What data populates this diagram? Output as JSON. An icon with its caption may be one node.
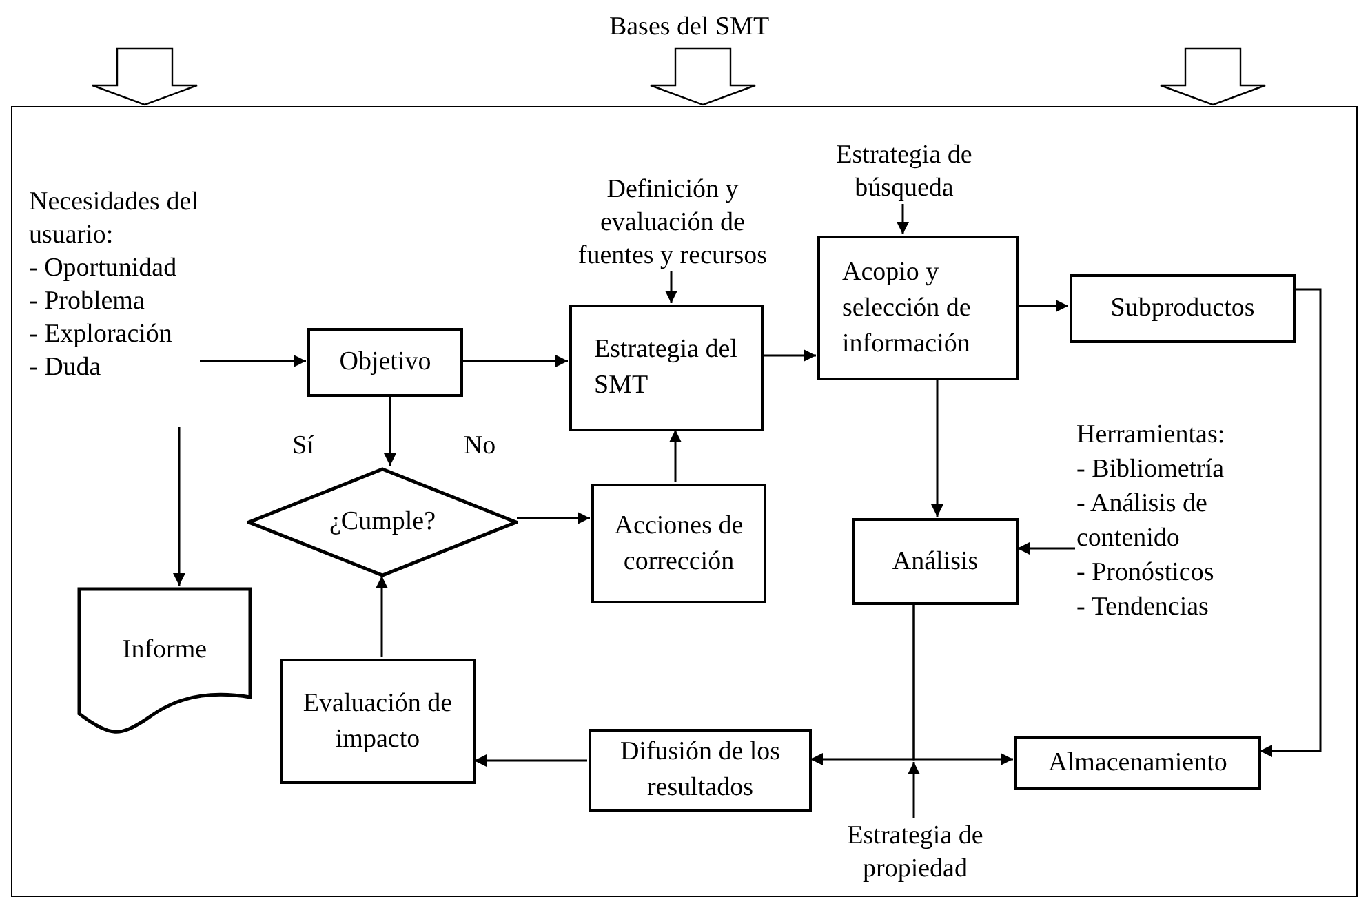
{
  "diagram": {
    "nodes": [
      {
        "text": [],
        "shape": "box"
      },
      {
        "text": [
          "Necesidades del usuario:",
          "- Oportunidad",
          "- Problema",
          "- Exploración",
          "- Duda"
        ],
        "in": 0
      },
      {
        "text": [
          "Objetivo"
        ],
        "in": 0
      },
      {
        "text": [
          "Definición y evaluación de fuentes y recursos"
        ],
        "in": 0
      },
      {
        "text": [
          "Estrategia del SMT"
        ],
        "in": 0
      },
      {
        "text": [
          "Estrategia de búsqueda"
        ],
        "in": 0
      },
      {
        "text": [
          "Acopio y selección de información"
        ],
        "in": 0
      },
      {
        "text": [
          "Subproductos"
        ],
        "in": 0
      },
      {
        "text": [
          "¿Cumple?"
        ],
        "in": 0
      },
      {
        "text": [
          "Acciones de corrección"
        ],
        "in": 0
      },
      {
        "text": [
          "Herramientas:",
          "- Bibliometría",
          "- Análisis de contenido",
          "- Pronósticos",
          "- Tendencias"
        ],
        "in": 0
      },
      {
        "text": [
          "Análisis"
        ],
        "in": 0
      },
      {
        "text": [
          "Informe"
        ],
        "in": 0
      },
      {
        "text": [
          "Evaluación de impacto"
        ],
        "in": 0
      },
      {
        "text": [
          "Difusión de los resultados"
        ],
        "in": 0
      },
      {
        "text": [
          "Almacenamiento"
        ],
        "in": 0
      },
      {
        "text": [
          "Estrategia de propiedad"
        ],
        "in": 0
      }
    ],
    "edges": [
      {
        "from": null,
        "to": 0,
        "arrow": "to"
      },
      {
        "from": null,
        "to": 0,
        "arrow": "to"
      },
      {
        "from": null,
        "to": 0,
        "arrow": "to"
      },
      {
        "from": 1,
        "to": 2,
        "arrow": "to"
      },
      {
        "from": 2,
        "to": 4,
        "arrow": "to"
      },
      {
        "from": 3,
        "to": 4,
        "arrow": "to"
      },
      {
        "from": 5,
        "to": 6,
        "arrow": "to"
      },
      {
        "from": 4,
        "to": 6,
        "arrow": "to"
      },
      {
        "from": 6,
        "to": 7,
        "arrow": "to"
      },
      {
        "from": 2,
        "to": 8,
        "arrow": "to"
      },
      {
        "from": 8,
        "to": 9,
        "arrow": "to"
      },
      {
        "from": 9,
        "to": 4,
        "arrow": "to"
      },
      {
        "from": 6,
        "to": 11,
        "arrow": "to"
      },
      {
        "from": 10,
        "to": 11,
        "arrow": "to"
      },
      {
        "from": 1,
        "to": 12,
        "arrow": "to"
      },
      {
        "from": 13,
        "to": 8,
        "arrow": "to"
      },
      {
        "from": 14,
        "to": 13,
        "arrow": "to"
      },
      {
        "from": 11,
        "to": 14,
        "arrow": "to"
      },
      {
        "from": 11,
        "to": 15,
        "arrow": "to"
      },
      {
        "from": 16,
        "to": null,
        "arrow": "to"
      },
      {
        "from": 7,
        "to": 15,
        "arrow": "to"
      }
    ],
    "labels": [
      "Bases del SMT",
      "Sí",
      "No"
    ]
  }
}
